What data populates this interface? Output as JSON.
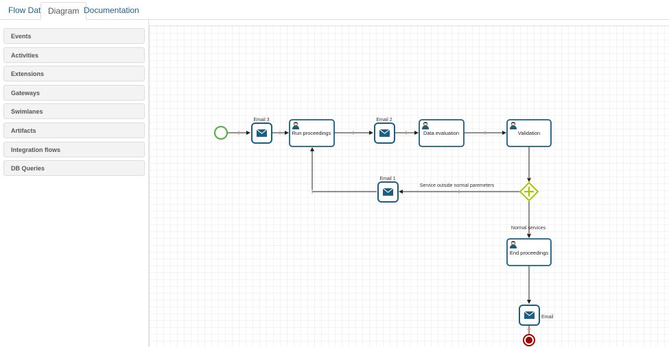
{
  "tabs": [
    {
      "label": "Flow Data"
    },
    {
      "label": "Diagram"
    },
    {
      "label": "Documentation"
    }
  ],
  "active_tab": "Diagram",
  "sidebar": {
    "items": [
      {
        "label": "Events"
      },
      {
        "label": "Activities"
      },
      {
        "label": "Extensions"
      },
      {
        "label": "Gateways"
      },
      {
        "label": "Swimlanes"
      },
      {
        "label": "Artifacts"
      },
      {
        "label": "Integration flows"
      },
      {
        "label": "DB Queries"
      }
    ]
  },
  "diagram": {
    "tasks": {
      "run_proceedings": "Run proceedings",
      "data_evaluation": "Data evaluation",
      "validation": "Validation",
      "end_proceedings": "End proceedings"
    },
    "emails": {
      "email3": "Email 3",
      "email2": "Email 2",
      "email1": "Email 1",
      "email": "Email"
    },
    "flows": {
      "outside": "Service outside normal paremeters",
      "normal": "Normal services"
    },
    "colors": {
      "task_border": "#1b5e82",
      "start_event": "#4caf3d",
      "end_event": "#a30000",
      "gateway": "#a8c400",
      "flow_marker": "#f08a50"
    }
  }
}
